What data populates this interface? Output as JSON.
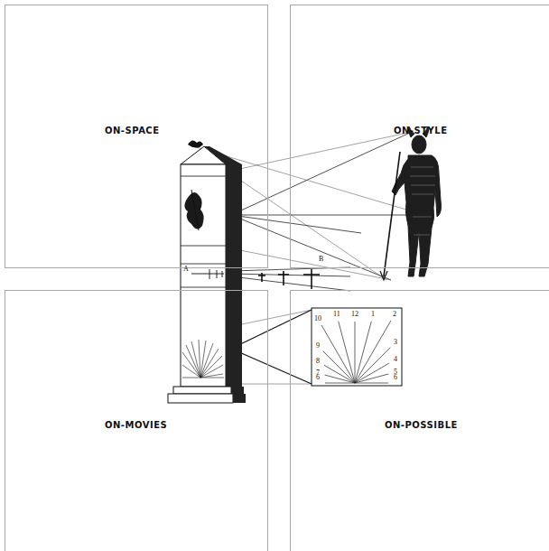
{
  "diagram": {
    "nodes": [
      {
        "text": [
          "ON-SPACE"
        ]
      },
      {
        "text": [
          "ON-STYLE"
        ]
      },
      {
        "text": [
          "ON-MOVIES"
        ]
      },
      {
        "text": [
          "ON-POSSIBLE"
        ]
      }
    ],
    "labels": [
      "A",
      "B",
      "6",
      "7",
      "8",
      "9",
      "10",
      "11",
      "12",
      "1",
      "2",
      "3",
      "4",
      "5",
      "6"
    ]
  }
}
